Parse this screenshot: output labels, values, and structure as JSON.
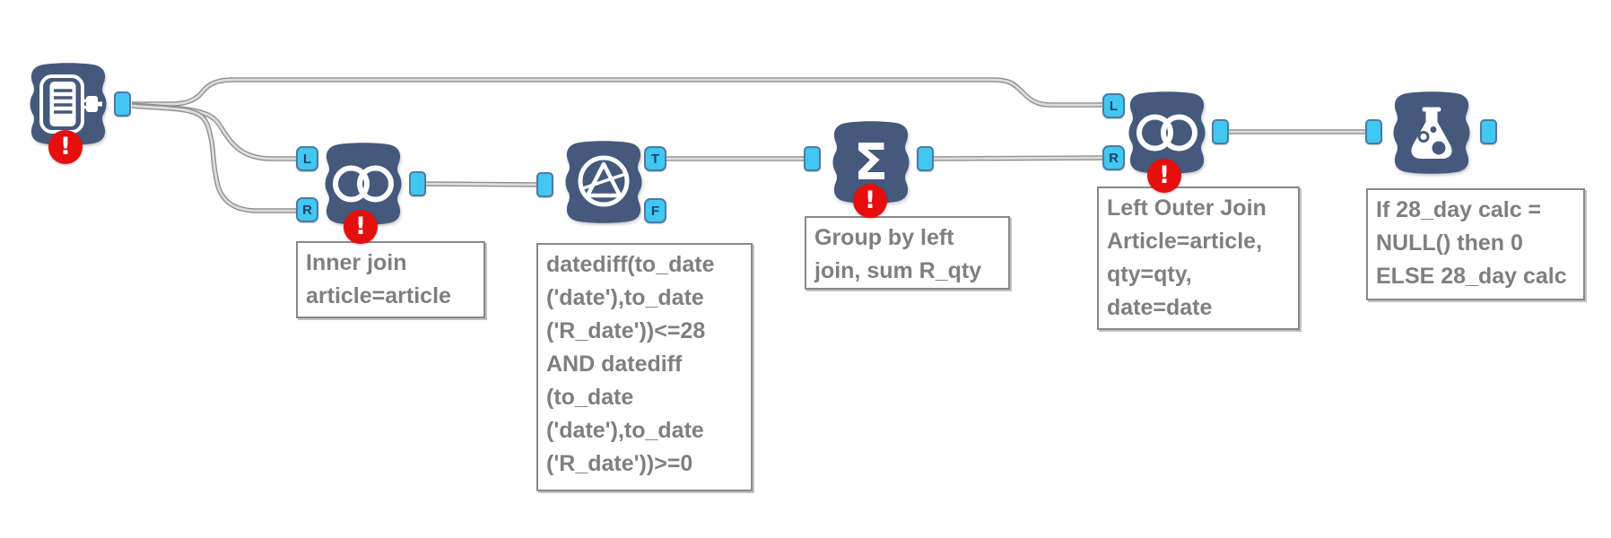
{
  "app": {
    "view": "workflow-canvas"
  },
  "colors": {
    "canvas_bg": "#ffffff",
    "node_fill": "#44597c",
    "node_icon": "#ffffff",
    "port_fill": "#41c7f2",
    "port_border": "#4b7ba4",
    "port_letter": "#1e4469",
    "wire_outline": "#8f8f8f",
    "wire_fill": "#dcdcdc",
    "error_badge": "#e60e0e",
    "annotation_text": "#7f7f7f",
    "annotation_border": "#888888"
  },
  "ports": {
    "inner_join_left": "L",
    "inner_join_right": "R",
    "filter_true": "T",
    "filter_false": "F",
    "left_outer_join_left": "L",
    "left_outer_join_right": "R"
  },
  "glyphs": {
    "summarize_sigma": "Σ",
    "error_mark": "!"
  },
  "tools": [
    {
      "id": "input-data",
      "icon": "database-input-icon",
      "has_error": true
    },
    {
      "id": "inner-join",
      "icon": "join-venn-icon",
      "has_error": true
    },
    {
      "id": "filter",
      "icon": "filter-funnel-icon",
      "has_error": false
    },
    {
      "id": "summarize",
      "icon": "sigma-icon",
      "has_error": true
    },
    {
      "id": "left-outer-join",
      "icon": "join-venn-icon",
      "has_error": true
    },
    {
      "id": "formula",
      "icon": "flask-icon",
      "has_error": false
    }
  ],
  "annotations": [
    {
      "id": "inner-join-annotation",
      "lines": [
        "Inner join",
        "article=article"
      ]
    },
    {
      "id": "filter-annotation",
      "lines": [
        "datediff(to_date",
        "('date'),to_date",
        "('R_date'))<=28",
        "AND datediff",
        "(to_date",
        "('date'),to_date",
        "('R_date'))>=0"
      ]
    },
    {
      "id": "summarize-annotation",
      "lines": [
        "Group by left",
        "join, sum R_qty"
      ]
    },
    {
      "id": "left-outer-join-annotation",
      "lines": [
        "Left Outer Join",
        "Article=article,",
        "qty=qty,",
        "date=date"
      ]
    },
    {
      "id": "formula-annotation",
      "lines": [
        "If 28_day calc =",
        "NULL() then 0",
        "ELSE 28_day calc"
      ]
    }
  ]
}
